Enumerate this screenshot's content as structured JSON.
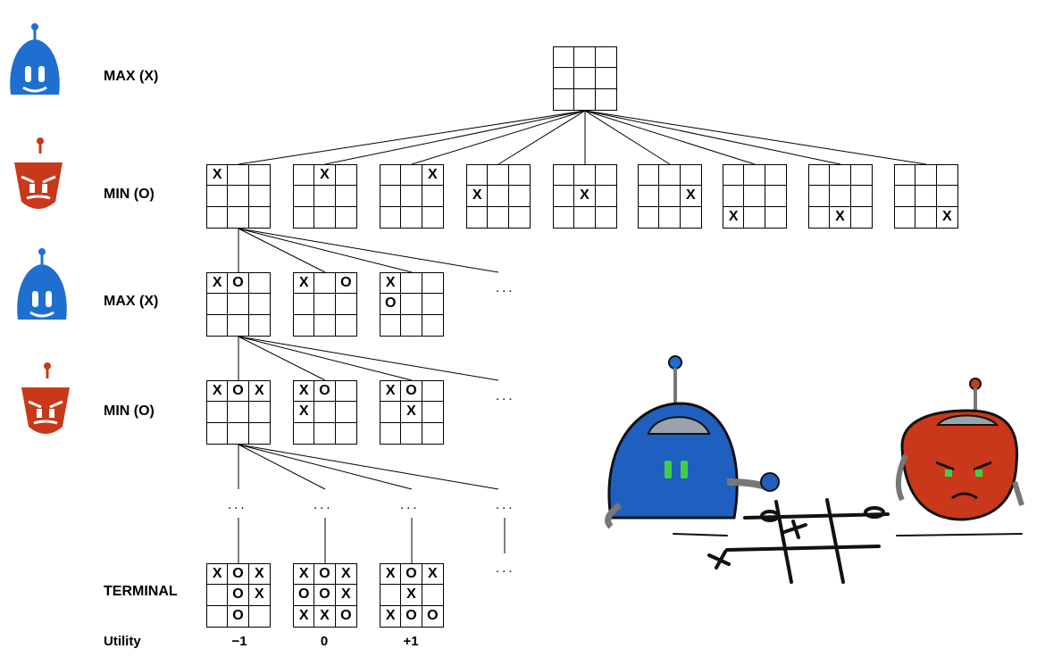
{
  "levels": [
    "MAX (X)",
    "MIN (O)",
    "MAX (X)",
    "MIN (O)"
  ],
  "terminal_label": "TERMINAL",
  "utility_label": "Utility",
  "ellipsis": "...",
  "utilities": [
    "−1",
    "0",
    "+1"
  ],
  "colors": {
    "max_robot": "#1f6fd1",
    "min_robot": "#c9381a",
    "line": "#000000"
  },
  "icons": [
    "max-robot-icon",
    "min-robot-icon",
    "robots-playing-illustration"
  ],
  "boards": {
    "root": [
      "",
      "",
      "",
      "",
      "",
      "",
      "",
      "",
      ""
    ],
    "level1": [
      [
        "X",
        "",
        "",
        "",
        "",
        "",
        "",
        "",
        ""
      ],
      [
        "",
        "X",
        "",
        "",
        "",
        "",
        "",
        "",
        ""
      ],
      [
        "",
        "",
        "X",
        "",
        "",
        "",
        "",
        "",
        ""
      ],
      [
        "",
        "",
        "",
        "X",
        "",
        "",
        "",
        "",
        ""
      ],
      [
        "",
        "",
        "",
        "",
        "X",
        "",
        "",
        "",
        ""
      ],
      [
        "",
        "",
        "",
        "",
        "",
        "X",
        "",
        "",
        ""
      ],
      [
        "",
        "",
        "",
        "",
        "",
        "",
        "X",
        "",
        ""
      ],
      [
        "",
        "",
        "",
        "",
        "",
        "",
        "",
        "X",
        ""
      ],
      [
        "",
        "",
        "",
        "",
        "",
        "",
        "",
        "",
        "X"
      ]
    ],
    "level2": [
      [
        "X",
        "O",
        "",
        "",
        "",
        "",
        "",
        "",
        ""
      ],
      [
        "X",
        "",
        "O",
        "",
        "",
        "",
        "",
        "",
        ""
      ],
      [
        "X",
        "",
        "",
        "O",
        "",
        "",
        "",
        "",
        ""
      ]
    ],
    "level3": [
      [
        "X",
        "O",
        "X",
        "",
        "",
        "",
        "",
        "",
        ""
      ],
      [
        "X",
        "O",
        "",
        "X",
        "",
        "",
        "",
        "",
        ""
      ],
      [
        "X",
        "O",
        "",
        "",
        "X",
        "",
        "",
        "",
        ""
      ]
    ],
    "terminal": [
      [
        "X",
        "O",
        "X",
        "",
        "O",
        "X",
        "",
        "O",
        ""
      ],
      [
        "X",
        "O",
        "X",
        "O",
        "O",
        "X",
        "X",
        "X",
        "O"
      ],
      [
        "X",
        "O",
        "X",
        "",
        "X",
        "",
        "X",
        "O",
        "O"
      ]
    ]
  }
}
